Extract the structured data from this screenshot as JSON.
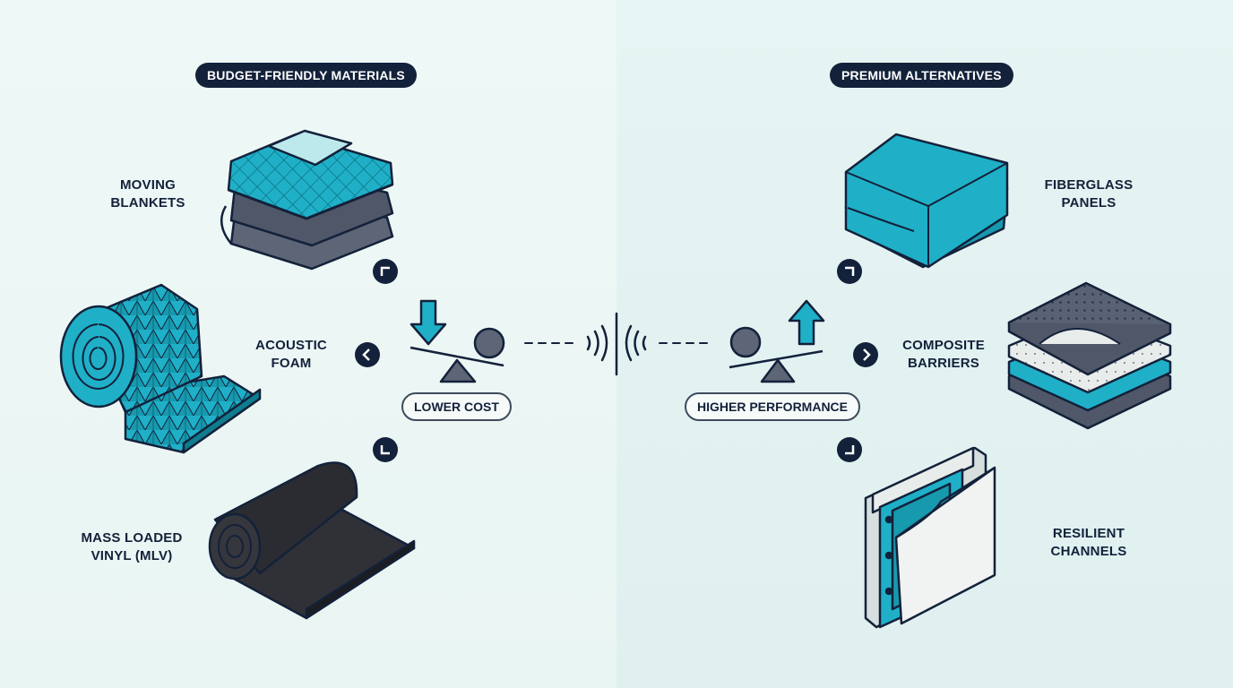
{
  "colors": {
    "dark_navy": "#13213a",
    "teal": "#1fb0c8",
    "slate": "#5d6577",
    "charcoal": "#2f3136",
    "bg_left": "#eef8f7",
    "bg_right": "#e3f2f1"
  },
  "headers": {
    "budget": "BUDGET-FRIENDLY MATERIALS",
    "premium": "PREMIUM ALTERNATIVES"
  },
  "budget_items": [
    {
      "line1": "MOVING",
      "line2": "BLANKETS",
      "icon": "folded-blankets-icon"
    },
    {
      "line1": "ACOUSTIC",
      "line2": "FOAM",
      "icon": "foam-roll-icon"
    },
    {
      "line1": "MASS LOADED",
      "line2": "VINYL (MLV)",
      "icon": "vinyl-roll-icon"
    }
  ],
  "premium_items": [
    {
      "line1": "FIBERGLASS",
      "line2": "PANELS",
      "icon": "fiberglass-panel-icon"
    },
    {
      "line1": "COMPOSITE",
      "line2": "BARRIERS",
      "icon": "layered-barrier-icon"
    },
    {
      "line1": "RESILIENT",
      "line2": "CHANNELS",
      "icon": "resilient-channel-icon"
    }
  ],
  "center": {
    "lower_cost": "LOWER COST",
    "higher_performance": "HIGHER PERFORMANCE"
  }
}
